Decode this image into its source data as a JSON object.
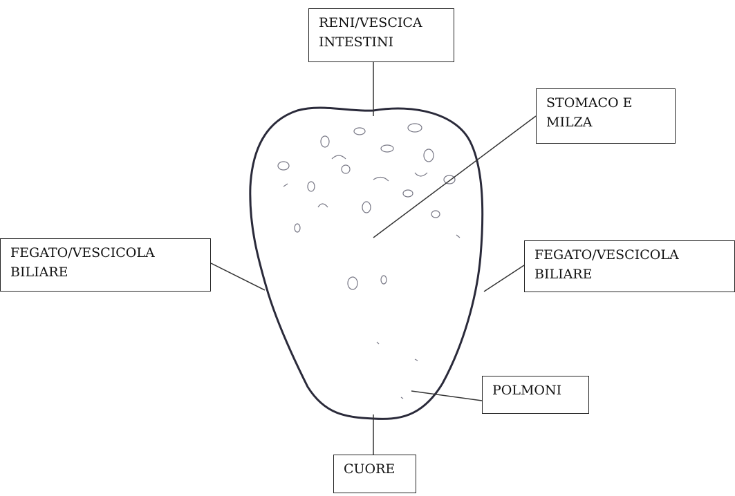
{
  "labels": {
    "reni": {
      "line1": "RENI/VESCICA",
      "line2": "INTESTINI"
    },
    "stomaco": {
      "line1": "STOMACO E",
      "line2": "MILZA"
    },
    "fegato_sx": {
      "line1": "FEGATO/VESCICOLA",
      "line2": "BILIARE"
    },
    "fegato_dx": {
      "line1": "FEGATO/VESCICOLA",
      "line2": "BILIARE"
    },
    "polmoni": {
      "line1": "POLMONI"
    },
    "cuore": {
      "line1": "CUORE"
    }
  },
  "icons": {
    "tongue": "tongue-illustration"
  },
  "colors": {
    "outline": "#2a2a3a",
    "box_border": "#222222",
    "leader_line": "#333333"
  }
}
